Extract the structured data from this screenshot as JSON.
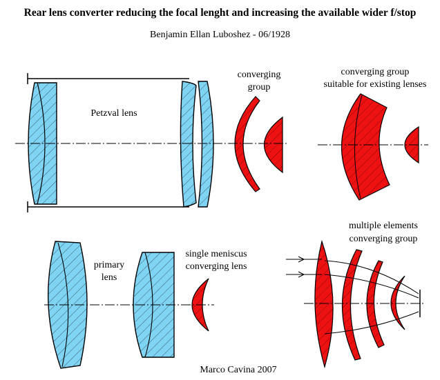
{
  "title": "Rear lens converter reducing the focal lenght and increasing the available wider f/stop",
  "subtitle": "Benjamin Ellan Luboshez - 06/1928",
  "labels": {
    "petzval": "Petzval lens",
    "converging_group": [
      "converging",
      "group"
    ],
    "converging_group_existing": [
      "converging group",
      "suitable for existing lenses"
    ],
    "primary_lens": [
      "primary",
      "lens"
    ],
    "single_meniscus": [
      "single meniscus",
      "converging lens"
    ],
    "multiple_elements": [
      "multiple elements",
      "converging group"
    ]
  },
  "credit": "Marco Cavina 2007",
  "colors": {
    "original_glass": "#7fd3f3",
    "converter_glass": "#ee1111",
    "outline": "#000000"
  }
}
